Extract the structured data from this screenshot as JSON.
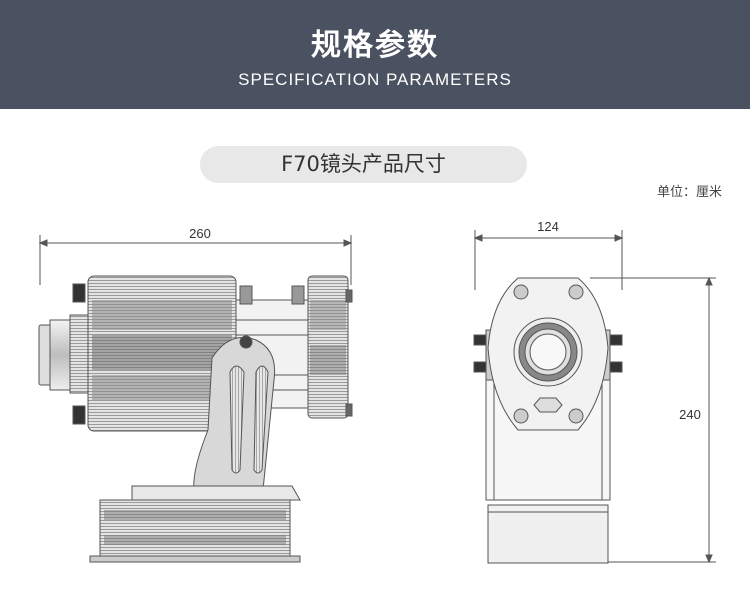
{
  "banner": {
    "title": "规格参数",
    "subtitle": "SPECIFICATION PARAMETERS"
  },
  "section": {
    "title": "F70镜头产品尺寸"
  },
  "unit_label": "单位：厘米",
  "dimensions": {
    "side_width": "260",
    "front_width": "124",
    "front_height": "240"
  }
}
